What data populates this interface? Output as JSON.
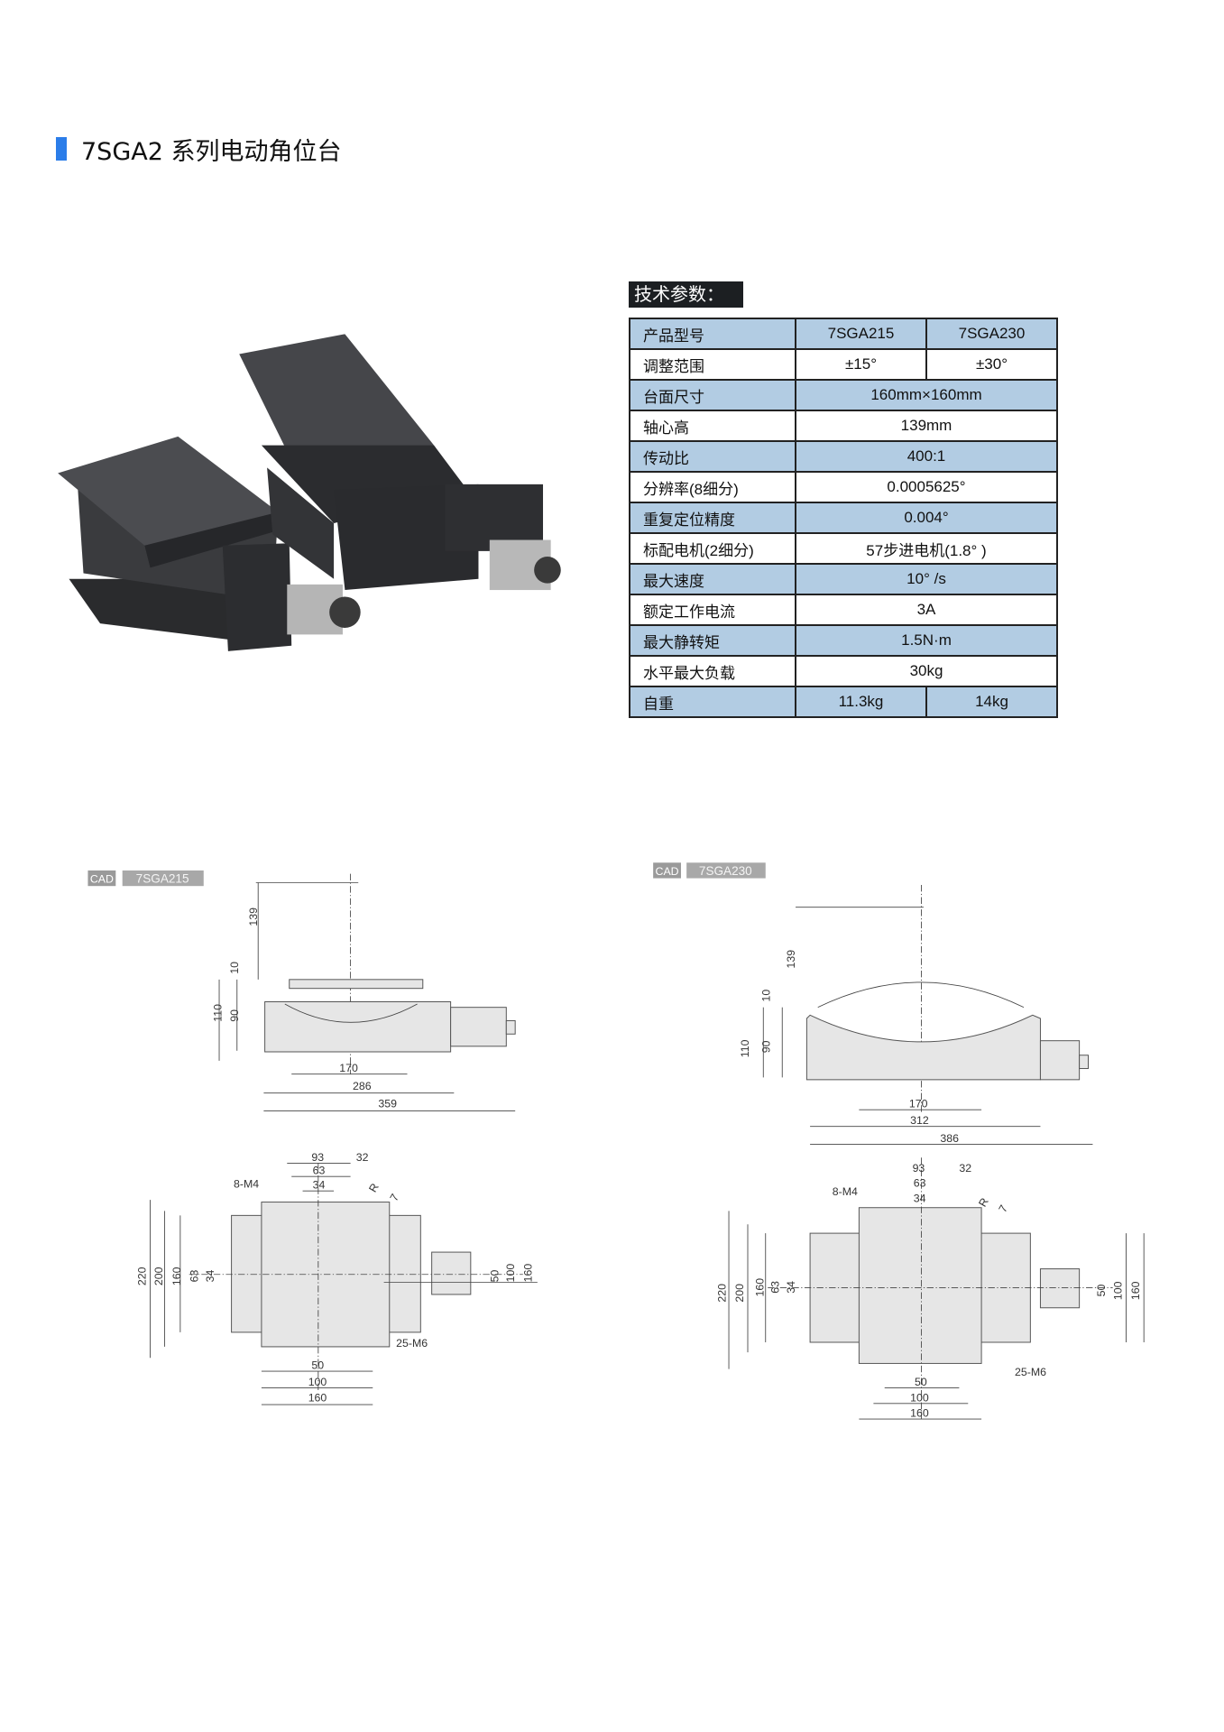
{
  "title": "7SGA2 系列电动角位台",
  "spec_banner": "技术参数：",
  "spec_table": {
    "header": [
      "产品型号",
      "7SGA215",
      "7SGA230"
    ],
    "rows": [
      {
        "label": "调整范围",
        "values": [
          "±15°",
          "±30°"
        ]
      },
      {
        "label": "台面尺寸",
        "values": [
          "160mm×160mm"
        ]
      },
      {
        "label": "轴心高",
        "values": [
          "139mm"
        ]
      },
      {
        "label": "传动比",
        "values": [
          "400:1"
        ]
      },
      {
        "label": "分辨率(8细分)",
        "values": [
          "0.0005625°"
        ]
      },
      {
        "label": "重复定位精度",
        "values": [
          "0.004°"
        ]
      },
      {
        "label": "标配电机(2细分)",
        "values": [
          "57步进电机(1.8° )"
        ]
      },
      {
        "label": "最大速度",
        "values": [
          "10° /s"
        ]
      },
      {
        "label": "额定工作电流",
        "values": [
          "3A"
        ]
      },
      {
        "label": "最大静转矩",
        "values": [
          "1.5N·m"
        ]
      },
      {
        "label": "水平最大负载",
        "values": [
          "30kg"
        ]
      },
      {
        "label": "自重",
        "values": [
          "11.3kg",
          "14kg"
        ]
      }
    ]
  },
  "colors": {
    "accent": "#2b7de9",
    "row_blue": "#b2cce3",
    "banner": "#1c1f22"
  },
  "cad_left": {
    "tag": "CAD",
    "model": "7SGA215",
    "side": {
      "h139": "139",
      "h10": "10",
      "h110": "110",
      "h90": "90",
      "w170": "170",
      "w286": "286",
      "w359": "359"
    },
    "top": {
      "d93": "93",
      "d63": "63",
      "d34": "34",
      "d32": "32",
      "m4": "8-M4",
      "r": "R",
      "d7": "7",
      "v220": "220",
      "v200": "200",
      "v160": "160",
      "v63": "63",
      "v34": "34",
      "v50": "50",
      "v100": "100",
      "v160r": "160",
      "m6": "25-M6",
      "b50": "50",
      "b100": "100",
      "b160": "160"
    }
  },
  "cad_right": {
    "tag": "CAD",
    "model": "7SGA230",
    "side": {
      "h139": "139",
      "h10": "10",
      "h110": "110",
      "h90": "90",
      "w170": "170",
      "w312": "312",
      "w386": "386"
    },
    "top": {
      "d93": "93",
      "d63": "63",
      "d34": "34",
      "d32": "32",
      "m4": "8-M4",
      "r": "R",
      "d7": "7",
      "v220": "220",
      "v200": "200",
      "v160": "160",
      "v63": "63",
      "v34": "34",
      "v50": "50",
      "v100": "100",
      "v160r": "160",
      "m6": "25-M6",
      "b50": "50",
      "b100": "100",
      "b160": "160"
    }
  }
}
